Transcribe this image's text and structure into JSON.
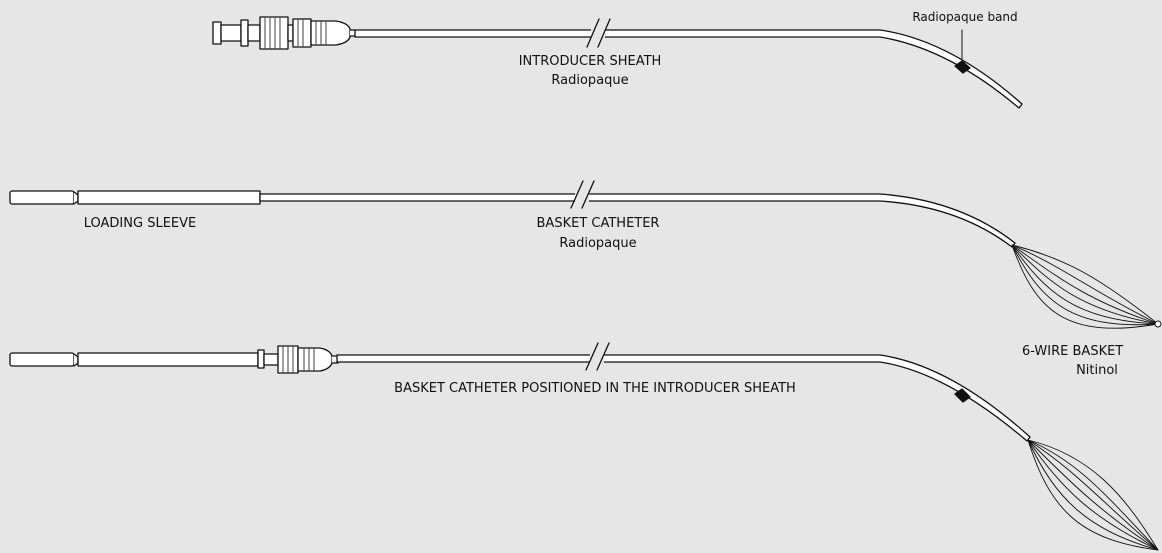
{
  "diagram": {
    "introducer_sheath": {
      "title": "INTRODUCER SHEATH",
      "subtitle": "Radiopaque",
      "band_label": "Radiopaque band"
    },
    "loading_sleeve": {
      "title": "LOADING SLEEVE"
    },
    "basket_catheter": {
      "title": "BASKET CATHETER",
      "subtitle": "Radiopaque"
    },
    "basket": {
      "title": "6-WIRE BASKET",
      "subtitle": "Nitinol"
    },
    "assembly": {
      "title": "BASKET CATHETER POSITIONED IN THE INTRODUCER SHEATH"
    }
  }
}
